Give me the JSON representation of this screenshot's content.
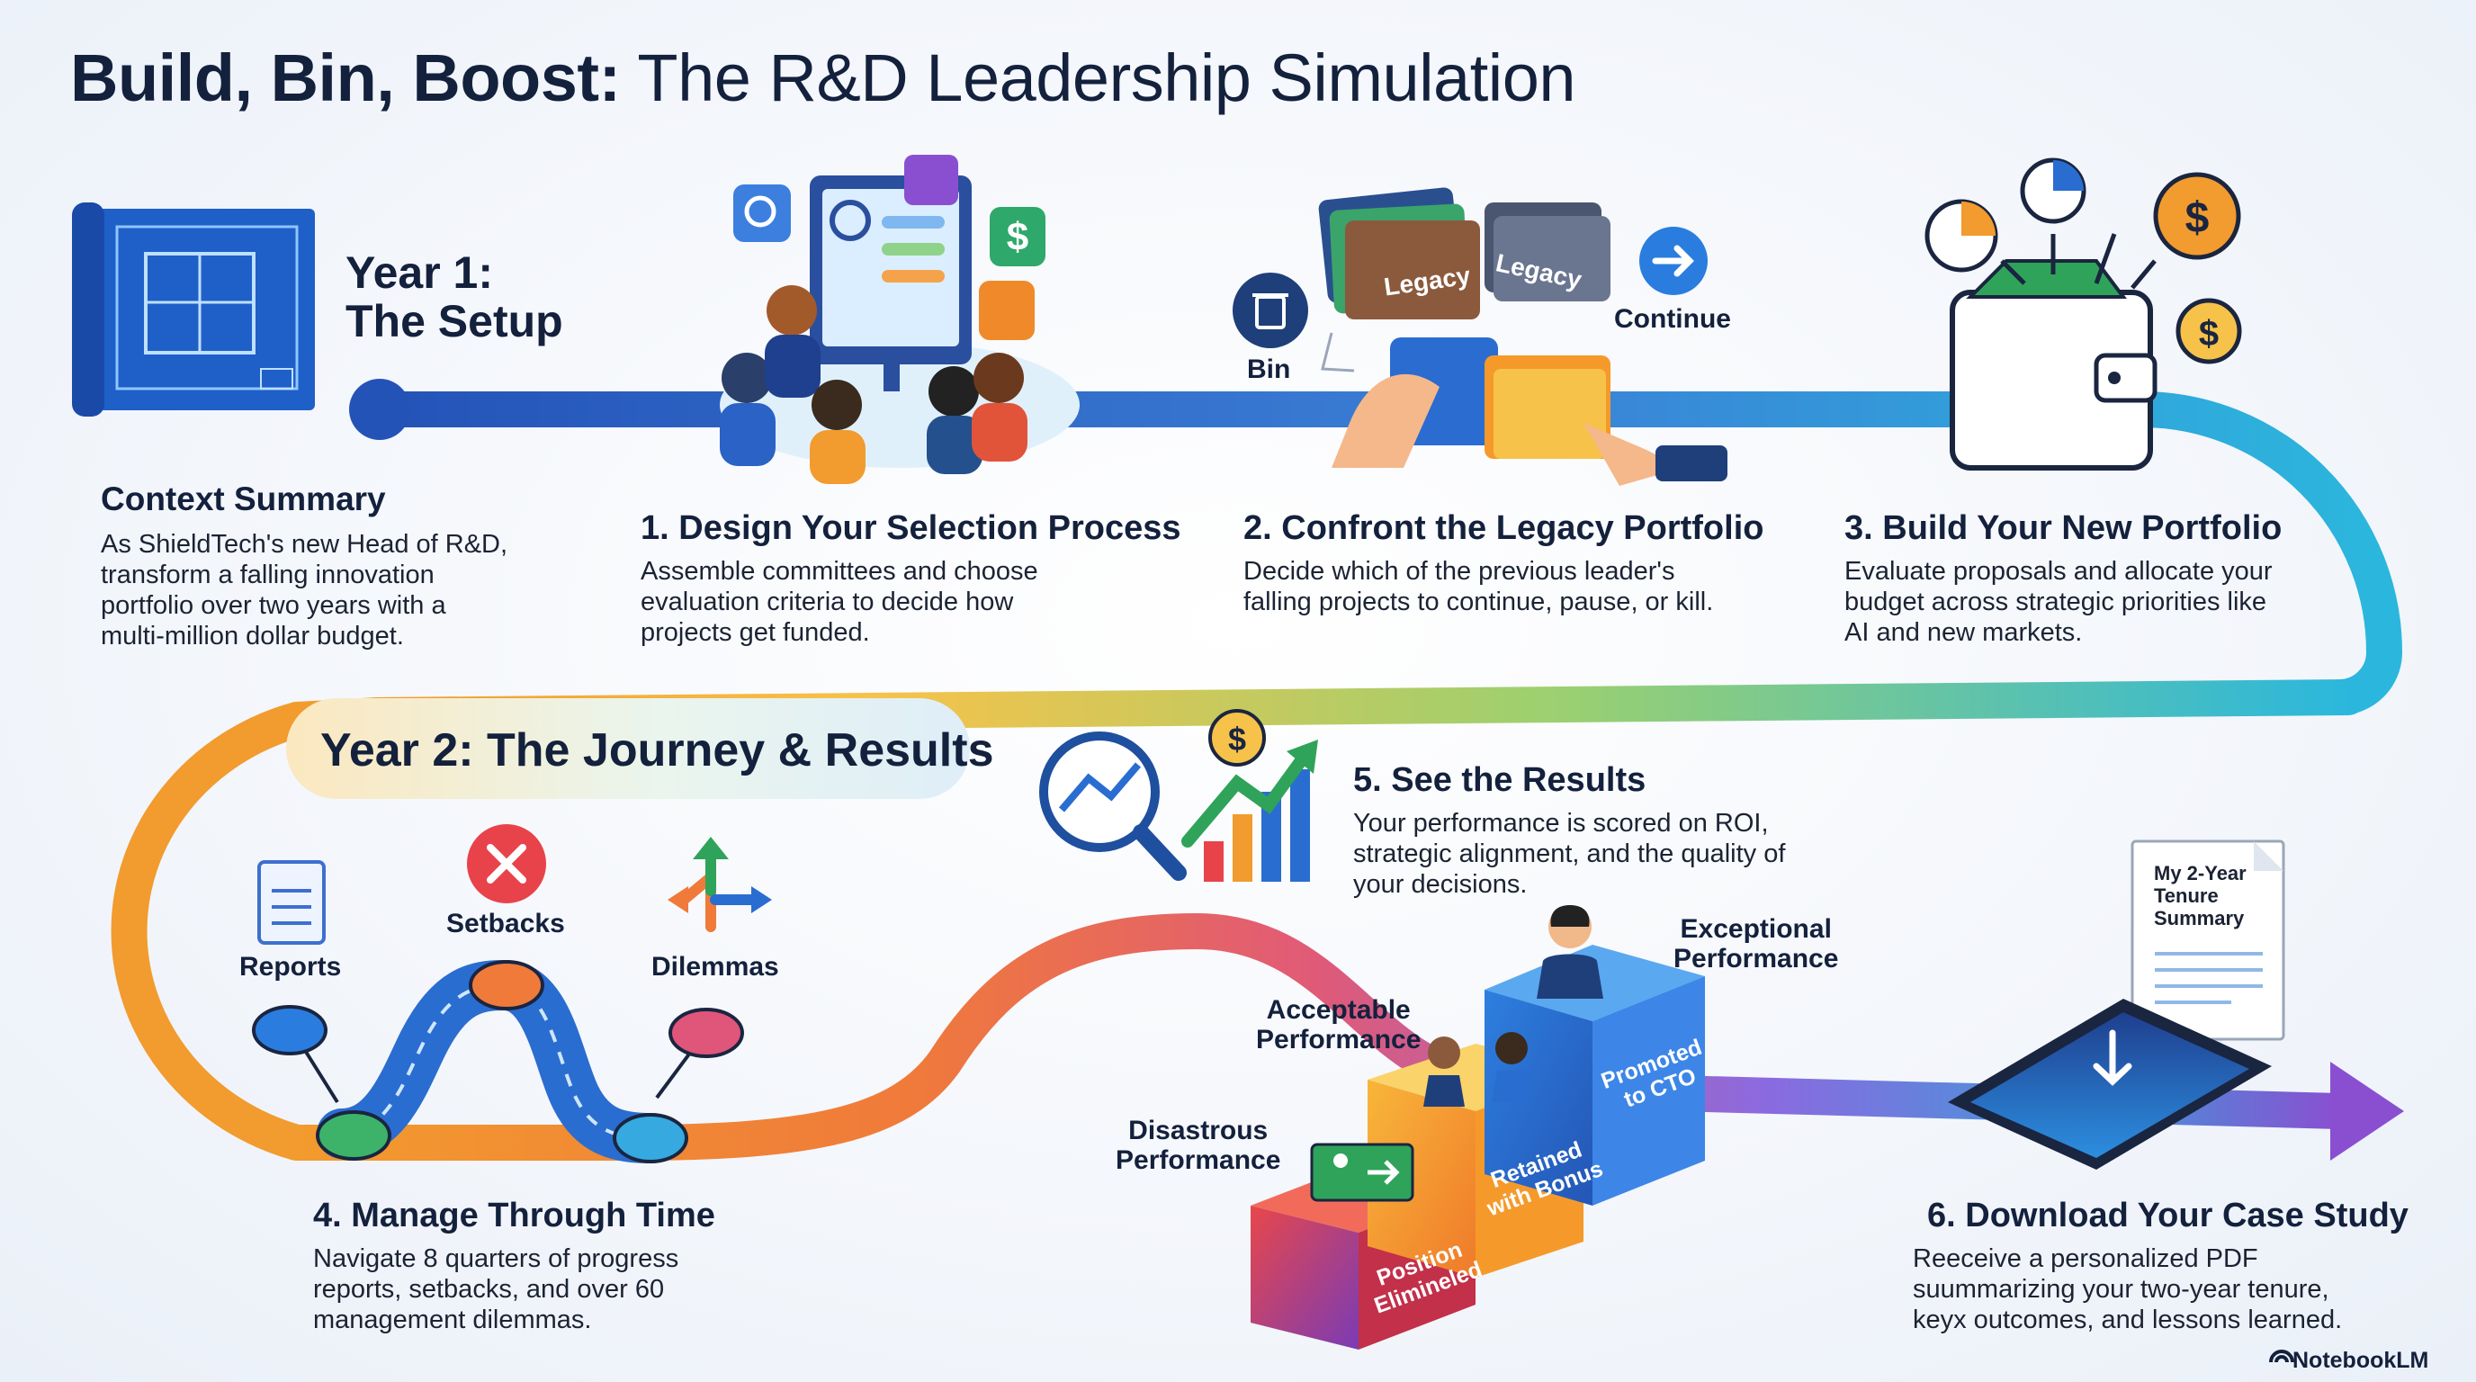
{
  "title": {
    "bold": "Build, Bin, Boost:",
    "rest": " The R&D Leadership Simulation"
  },
  "year1": {
    "line1": "Year 1:",
    "line2": "The Setup"
  },
  "year2": {
    "label": "Year 2: The Journey & Results"
  },
  "context": {
    "heading": "Context Summary",
    "lines": [
      "As ShieldTech's new Head of R&D,",
      "transform a falling innovation",
      "portfolio over two years with a",
      "multi-million dollar budget."
    ]
  },
  "steps": [
    {
      "heading": "1. Design Your Selection Process",
      "lines": [
        "Assemble committees and choose",
        "evaluation criteria to decide how",
        "projects get funded."
      ]
    },
    {
      "heading": "2. Confront the Legacy Portfolio",
      "lines": [
        "Decide which of the previous leader's",
        "falling projects to continue, pause, or kill."
      ]
    },
    {
      "heading": "3. Build Your New Portfolio",
      "lines": [
        "Evaluate proposals and allocate your",
        "budget across strategic priorities like",
        "AI and new markets."
      ]
    },
    {
      "heading": "4. Manage Through Time",
      "lines": [
        "Navigate 8 quarters of progress",
        "reports, setbacks, and over 60",
        "management dilemmas."
      ]
    },
    {
      "heading": "5. See the Results",
      "lines": [
        "Your performance is scored on ROI,",
        "strategic alignment, and the quality of",
        "your decisions."
      ]
    },
    {
      "heading": "6. Download Your Case Study",
      "lines": [
        "Reeceive a personalized PDF",
        "suummarizing your two-year tenure,",
        "keyx outcomes, and lessons learned."
      ]
    }
  ],
  "legacy": {
    "bin": "Bin",
    "continue": "Continue",
    "folder1": "Legacy",
    "folder2": "Legacy"
  },
  "journey": {
    "reports": "Reports",
    "setbacks": "Setbacks",
    "dilemmas": "Dilemmas"
  },
  "podium": {
    "disastrous": [
      "Disastrous",
      "Performance"
    ],
    "acceptable": [
      "Acceptable",
      "Performance"
    ],
    "exceptional": [
      "Exceptional",
      "Performance"
    ],
    "low_block": [
      "Position",
      "Elimineled"
    ],
    "mid_block": [
      "Retained",
      "with Bonus"
    ],
    "high_block": [
      "Promoted",
      "to CTO"
    ]
  },
  "summary_doc": {
    "lines": [
      "My 2-Year",
      "Tenure",
      "Summary"
    ]
  },
  "brand": "NotebookLM",
  "colors": {
    "path_blue": "#3a6fd0",
    "path_teal": "#2bb3d8",
    "path_orange": "#f29b2e",
    "path_purple": "#8a4fd1",
    "text_dark": "#14213d"
  }
}
